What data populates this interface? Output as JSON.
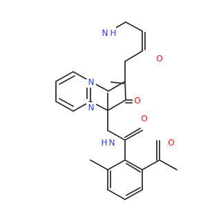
{
  "molecule": {
    "colors": {
      "bond": "#2b2b2b",
      "nitrogen": "#2c3cf0",
      "oxygen": "#ff0d0d"
    },
    "labels": {
      "amide_nitrogen_top": "N",
      "amide_nitrogen_top_h": "H",
      "amide_oxygen_top": "O",
      "ring_nitrogen_upper": "N",
      "ring_oxygen": "O",
      "ring_nitrogen_lower": "N",
      "amide_oxygen_lower": "O",
      "amide_nitrogen_lower": "N",
      "amide_nitrogen_lower_h": "H",
      "ketone_oxygen": "O"
    }
  }
}
